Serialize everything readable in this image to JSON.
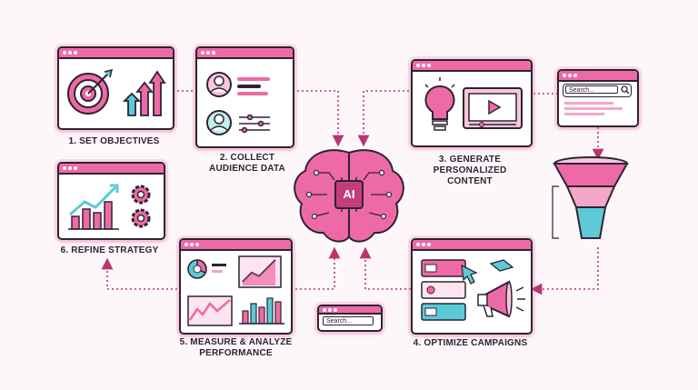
{
  "steps": {
    "s1": "1. SET OBJECTIVES",
    "s2": "2. COLLECT AUDIENCE DATA",
    "s3": "3. GENERATE PERSONALIZED CONTENT",
    "s4": "4. OPTIMIZE CAMPAIGNS",
    "s5": "5. MEASURE & ANALYZE PERFORMANCE",
    "s6": "6. REFINE STRATEGY"
  },
  "center": {
    "label": "AI"
  },
  "search": {
    "top_placeholder": "Search...",
    "bottom_placeholder": "Search..."
  },
  "colors": {
    "accent": "#ee6aa6",
    "dark": "#2d2433",
    "teal": "#5ccad6",
    "pink_light": "#f9c6dd"
  },
  "icons": [
    "target-icon",
    "growth-arrows-icon",
    "user-avatar-icon",
    "lightbulb-icon",
    "video-play-icon",
    "funnel-icon",
    "line-chart-icon",
    "gear-icon",
    "pie-chart-icon",
    "bar-chart-icon",
    "megaphone-icon",
    "cursor-icon",
    "brain-icon"
  ]
}
